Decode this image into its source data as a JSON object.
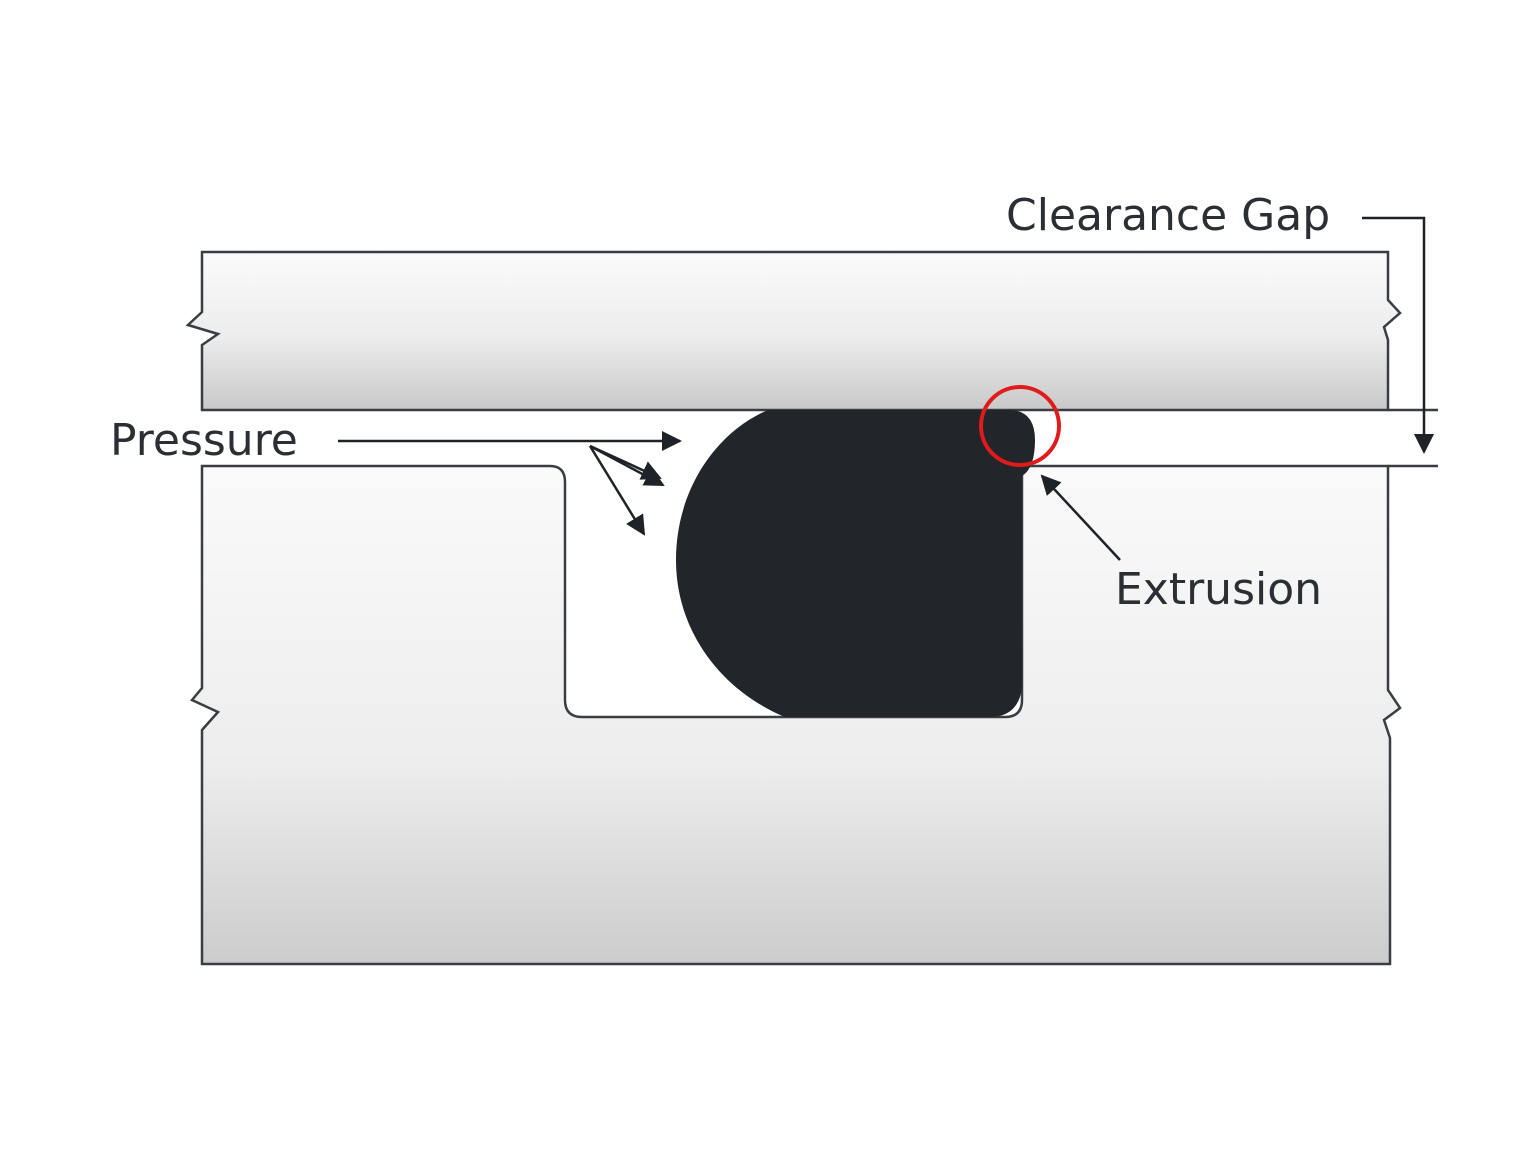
{
  "labels": {
    "clearance_gap": "Clearance Gap",
    "pressure": "Pressure",
    "extrusion": "Extrusion"
  },
  "colors": {
    "oring": "#222529",
    "outline": "#3a3d42",
    "highlight_circle": "#e01b1b",
    "metal_light": "#f7f7f7",
    "metal_dark": "#cfcfcf"
  }
}
